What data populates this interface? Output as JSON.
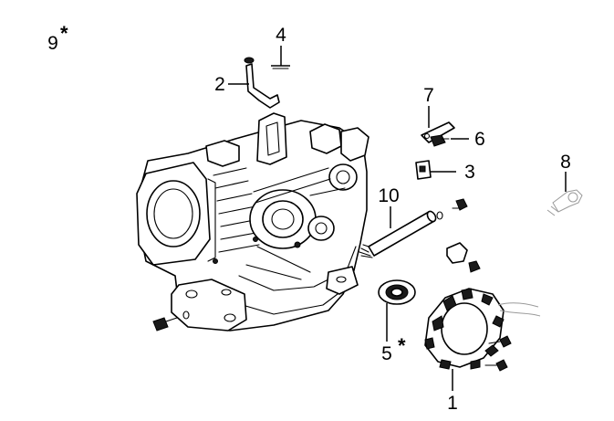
{
  "callouts": [
    {
      "id": "1",
      "label": "1",
      "marker": ""
    },
    {
      "id": "2",
      "label": "2",
      "marker": ""
    },
    {
      "id": "3",
      "label": "3",
      "marker": ""
    },
    {
      "id": "4",
      "label": "4",
      "marker": ""
    },
    {
      "id": "5",
      "label": "5",
      "marker": "*"
    },
    {
      "id": "6",
      "label": "6",
      "marker": ""
    },
    {
      "id": "7",
      "label": "7",
      "marker": ""
    },
    {
      "id": "8",
      "label": "8",
      "marker": ""
    },
    {
      "id": "9",
      "label": "9",
      "marker": "*"
    },
    {
      "id": "10",
      "label": "10",
      "marker": ""
    }
  ],
  "style": {
    "line_color": "#000000",
    "background": "#ffffff"
  }
}
